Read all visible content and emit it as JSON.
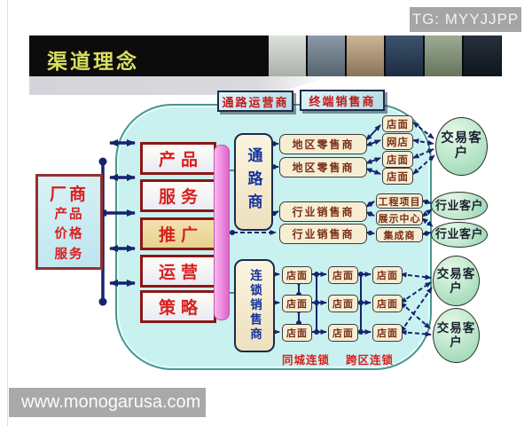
{
  "top_bar": {
    "text": "TG: MYYJJPP"
  },
  "header": {
    "title": "渠道理念"
  },
  "diagram": {
    "top_labels": [
      "通路运营商",
      "终端销售商"
    ],
    "manufacturer": {
      "title": "厂商",
      "lines": [
        "产品",
        "价格",
        "服务"
      ]
    },
    "elements": [
      "产品",
      "服务",
      "推广",
      "运营",
      "策略"
    ],
    "channel_dealer": "通路商",
    "chain_seller": "连锁销售商",
    "regional_retailers": [
      "地区零售商",
      "地区零售商"
    ],
    "industry_sellers": [
      "行业销售商",
      "行业销售商"
    ],
    "retail_terminals": [
      "店面",
      "网店",
      "店面",
      "店面"
    ],
    "industry_terminals": [
      "工程项目",
      "展示中心",
      "集成商"
    ],
    "store_grid": [
      "店面",
      "店面",
      "店面",
      "店面",
      "店面",
      "店面",
      "店面",
      "店面",
      "店面"
    ],
    "customers": {
      "trade_top": "交易客户",
      "industry_1": "行业客户",
      "industry_2": "行业客户",
      "trade_mid": "交易客户",
      "trade_bottom": "交易客户"
    },
    "bottom_labels": [
      "同城连锁",
      "跨区连锁"
    ]
  },
  "footer": {
    "watermark": "www.monogarusa.com"
  },
  "colors": {
    "accent_red": "#d81f1f",
    "line_navy": "#15246e",
    "panel_cyan": "#c9f1ef",
    "pink_bar": "#ec86dd",
    "ellipse_green": "#a5dcbc",
    "cream": "#f6eed4",
    "header_title": "#d8e060"
  }
}
